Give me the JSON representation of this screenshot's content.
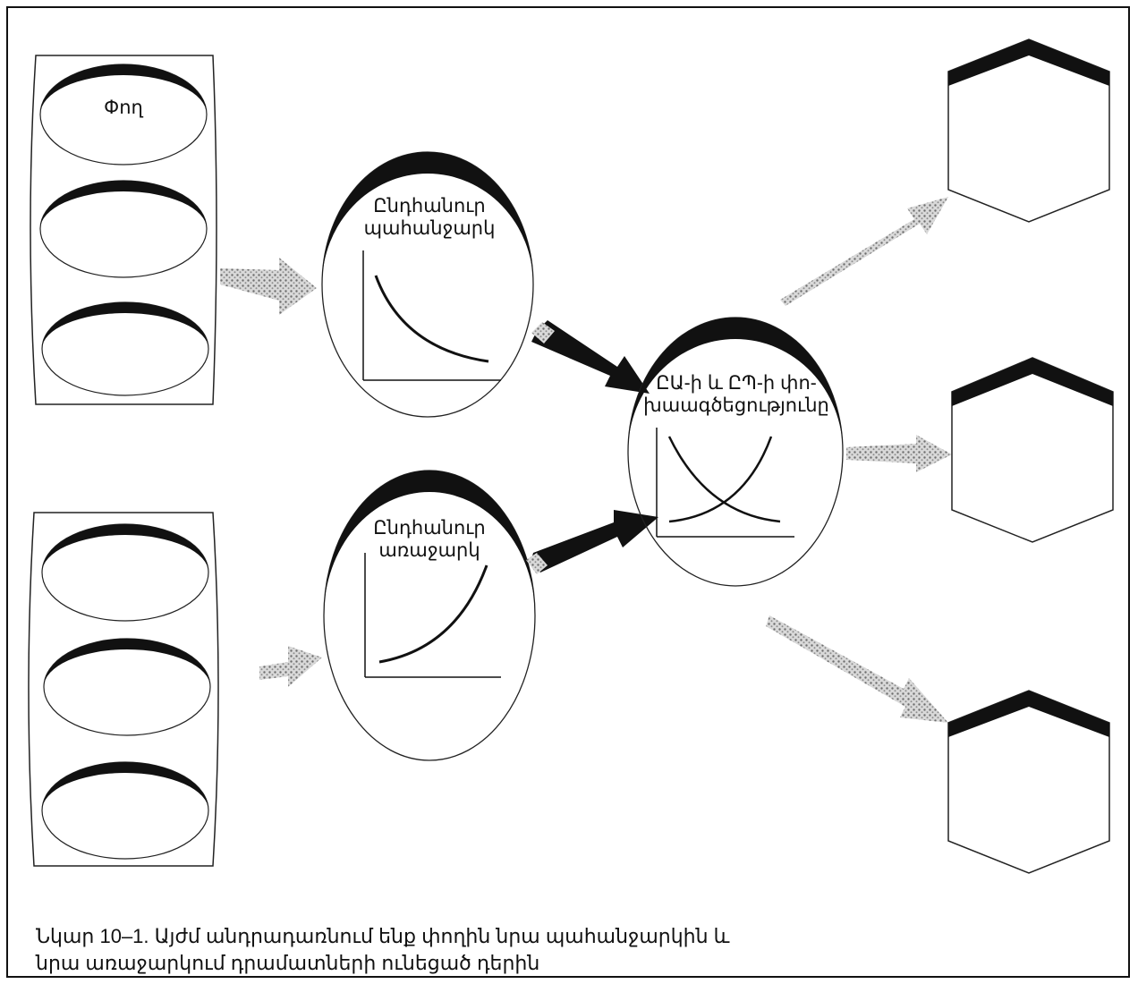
{
  "figure": {
    "money_label": "Փող",
    "demand_title": [
      "Ընդհանուր",
      "պահանջարկ"
    ],
    "supply_title": [
      "Ընդհանուր",
      "առաջարկ"
    ],
    "center_title": [
      "ԸԱ-ի և ԸՊ-ի փո-",
      "խաագծեցությունը"
    ],
    "caption": [
      "Նկար 10–1. Այժմ անդրադառնում ենք փողին  նրա պահանջարկին և",
      "նրա առաջարկում դրամատների ունեցած դերին"
    ]
  },
  "colors": {
    "ink": "#111111",
    "arrow_gray": "#8a8a8a",
    "background": "#ffffff"
  }
}
